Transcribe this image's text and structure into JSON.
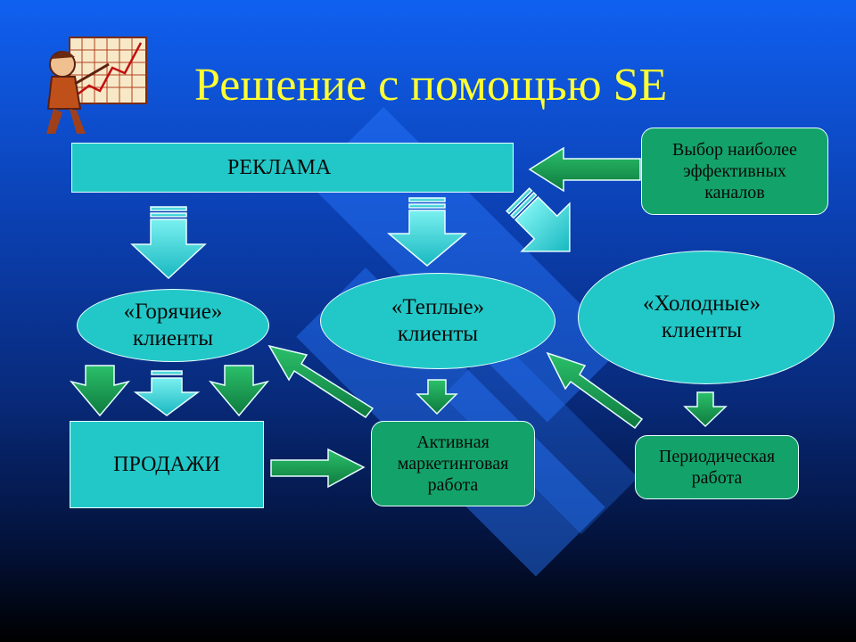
{
  "title": "Решение с помощью SE",
  "colors": {
    "accent_title": "#ffff33",
    "node_cyan": "#22c8c8",
    "node_green": "#13a36a",
    "arrow_green": "#1a9a55",
    "arrow_cyan": "#22d0d0"
  },
  "nodes": {
    "advertising": "РЕКЛАМА",
    "channel_selection": [
      "Выбор наиболее",
      "эффективных",
      "каналов"
    ],
    "hot_clients": [
      "«Горячие»",
      "клиенты"
    ],
    "warm_clients": [
      "«Теплые»",
      "клиенты"
    ],
    "cold_clients": [
      "«Холодные»",
      "клиенты"
    ],
    "sales": "ПРОДАЖИ",
    "active_marketing": [
      "Активная",
      "маркетинговая",
      "работа"
    ],
    "periodic_work": [
      "Периодическая",
      "работа"
    ]
  },
  "icons": {
    "presenter": "presenter-with-chart-icon"
  }
}
